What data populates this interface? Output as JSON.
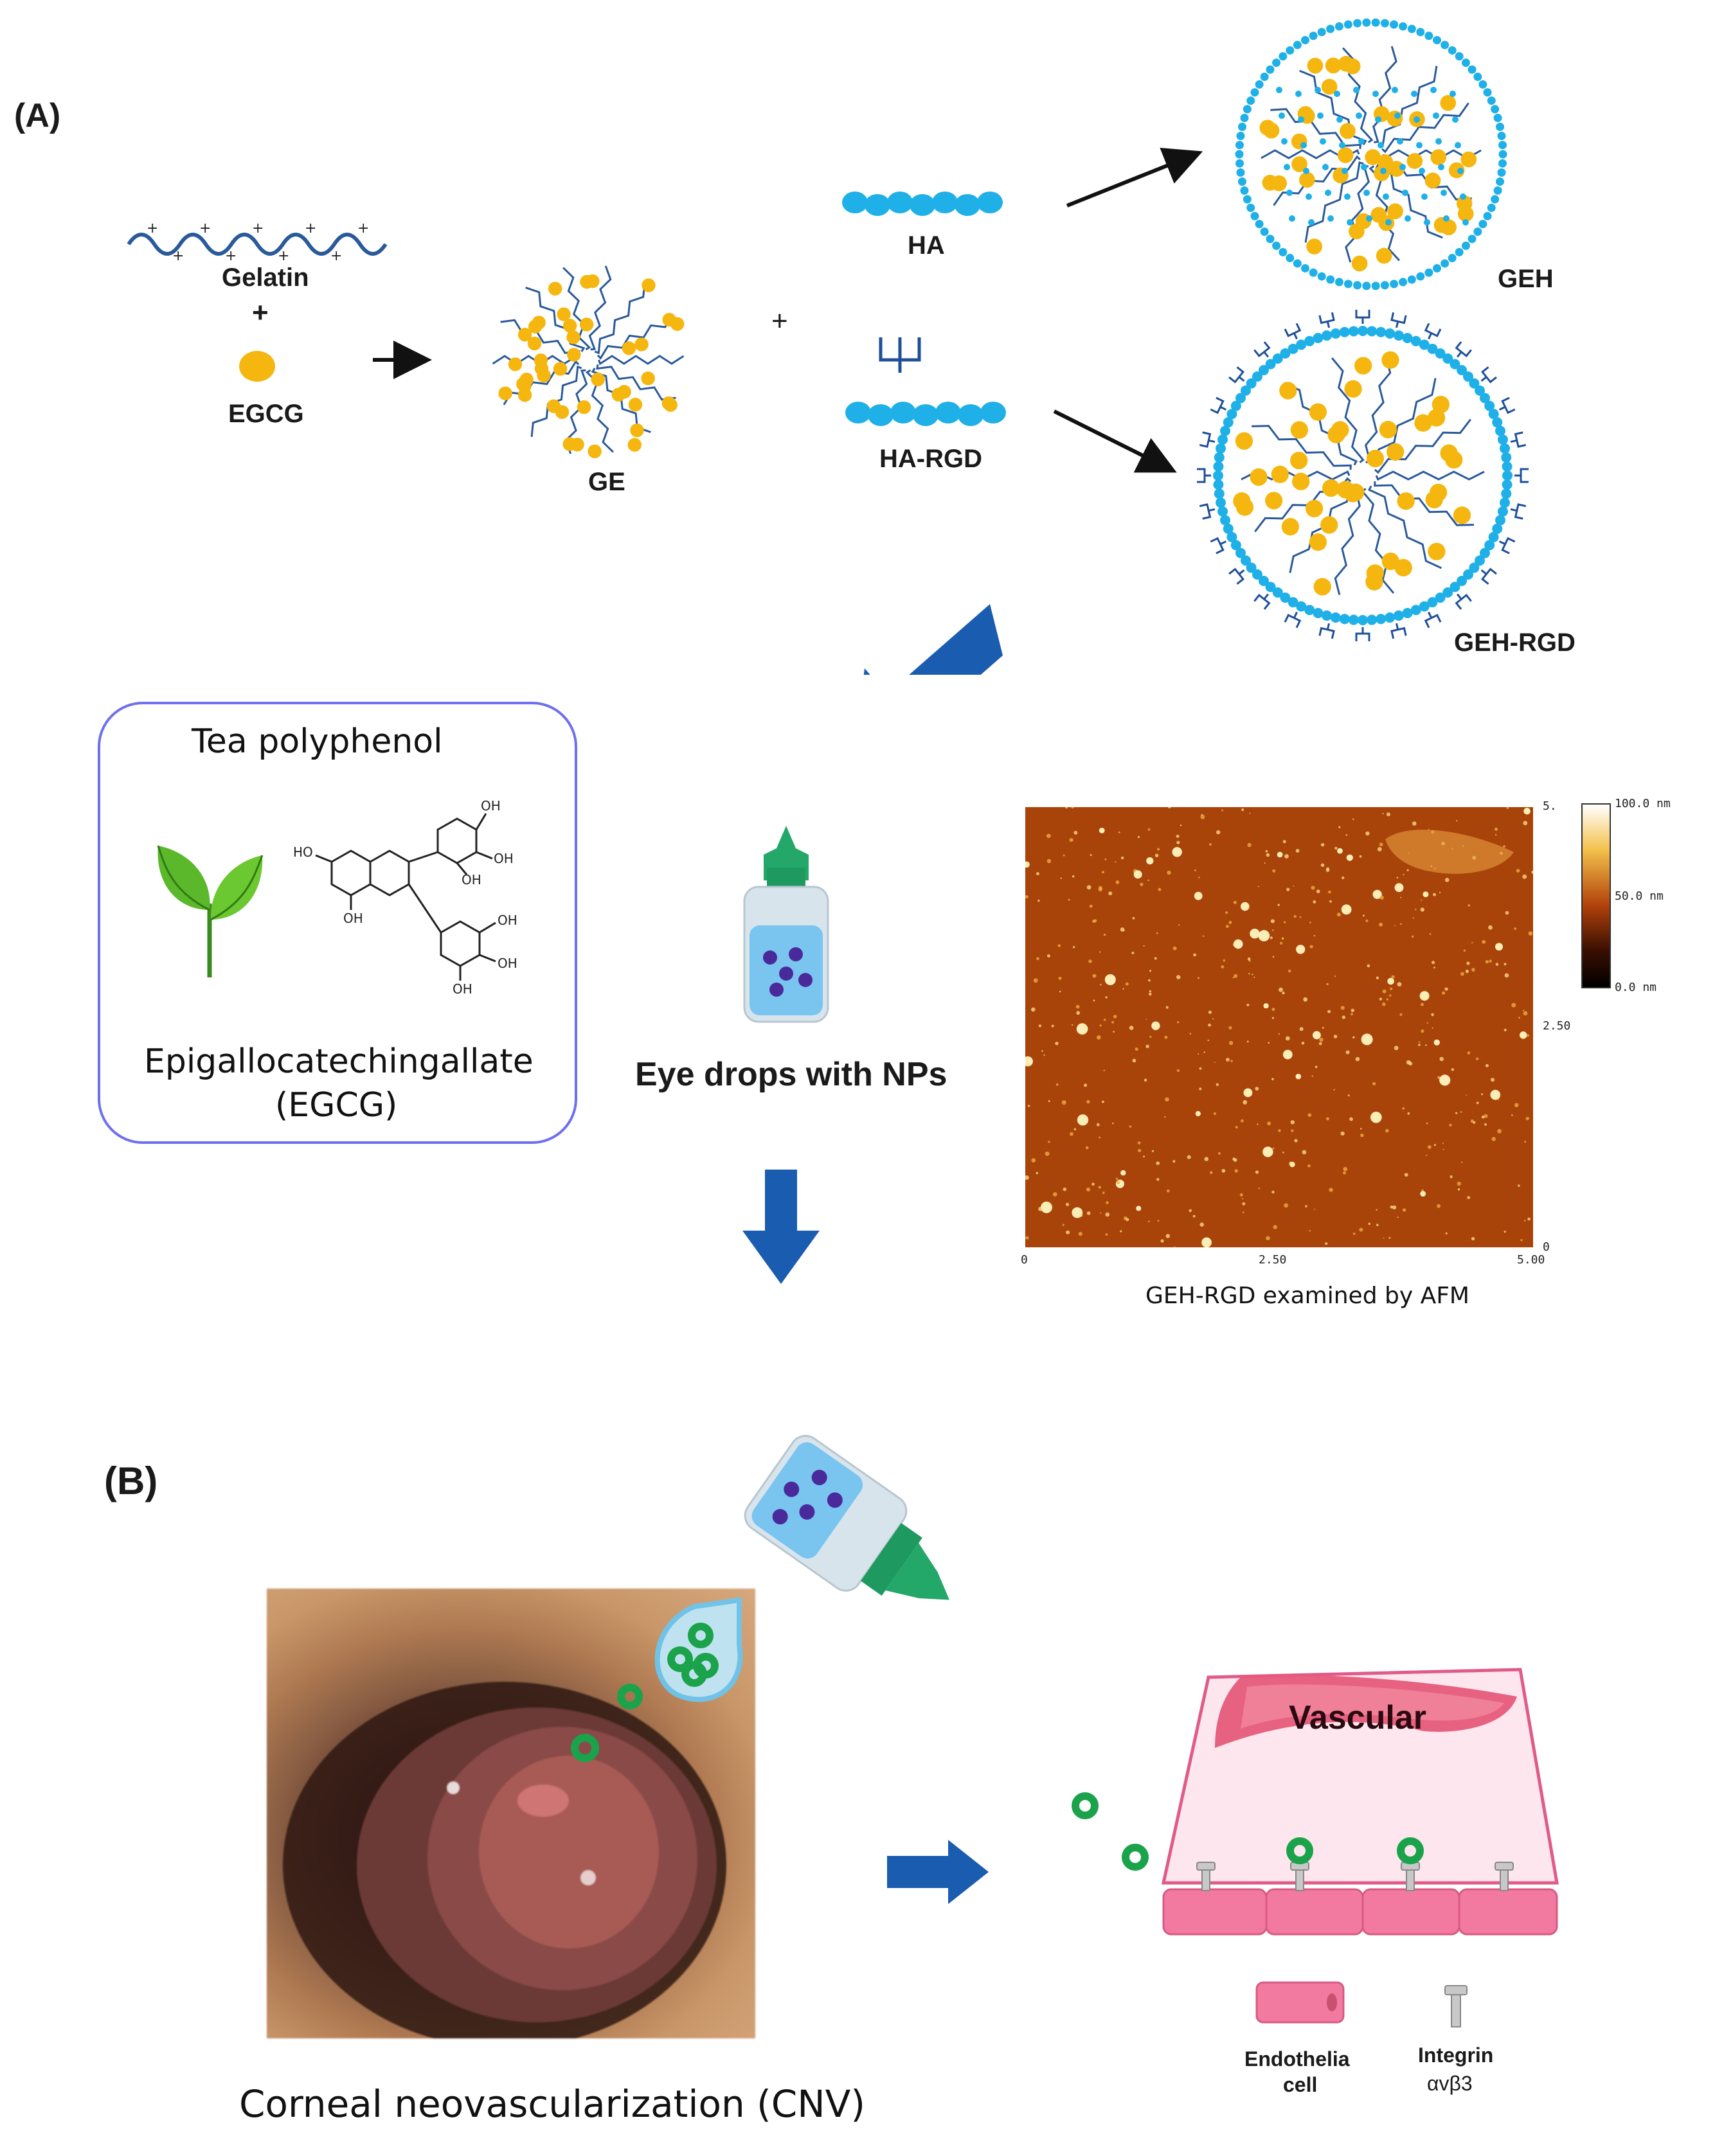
{
  "panel_a": {
    "label": "(A)",
    "gelatin_label": "Gelatin",
    "plus_1": "+",
    "egcg_label": "EGCG",
    "ge_label": "GE",
    "plus_2": "+",
    "ha_label": "HA",
    "ha_rgd_label": "HA-RGD",
    "geh_label": "GEH",
    "geh_rgd_label": "GEH-RGD"
  },
  "tea_box": {
    "title": "Tea polyphenol",
    "name_line1": "Epigallocatechingallate",
    "name_line2": "(EGCG)",
    "oh": "OH",
    "ho": "HO"
  },
  "eye_drops_label": "Eye drops with NPs",
  "afm": {
    "caption": "GEH-RGD examined by AFM",
    "x_ticks": [
      "0",
      "2.50",
      "5.00"
    ],
    "y_ticks": [
      "5.",
      "2.50",
      "0"
    ],
    "colorbar_ticks": [
      "100.0 nm",
      "50.0 nm",
      "0.0 nm"
    ]
  },
  "panel_b": {
    "label": "(B)",
    "cnv_caption": "Corneal neovascularization (CNV)",
    "vascular_label": "Vascular",
    "legend_cell_line1": "Endothelia",
    "legend_cell_line2": "cell",
    "legend_integrin_line1": "Integrin",
    "legend_integrin_line2": "αvβ3"
  },
  "colors": {
    "egcg_yellow": "#f5b70f",
    "ha_blue": "#1fb0e8",
    "chain_blue": "#2a5a9a",
    "arrow_blue": "#1a5cb0",
    "np_green": "#1aa34a",
    "cell_pink": "#f27aa0",
    "box_border": "#6f6ff0"
  }
}
